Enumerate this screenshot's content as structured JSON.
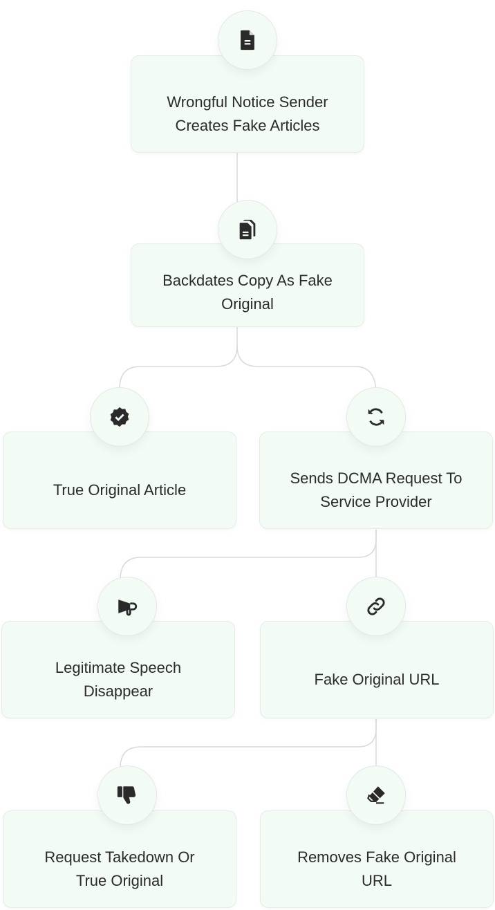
{
  "nodes": [
    {
      "label": "Wrongful Notice Sender Creates Fake Articles",
      "icon": "file-icon"
    },
    {
      "label": "Backdates Copy As Fake Original",
      "icon": "copy-icon"
    },
    {
      "label": "True Original Article",
      "icon": "verified-badge-icon"
    },
    {
      "label": "Sends DCMA Request To Service Provider",
      "icon": "sync-icon"
    },
    {
      "label": "Legitimate Speech Disappear",
      "icon": "megaphone-icon"
    },
    {
      "label": "Fake Original URL",
      "icon": "link-icon"
    },
    {
      "label": "Request Takedown Or True Original",
      "icon": "thumbs-down-icon"
    },
    {
      "label": "Removes Fake Original URL",
      "icon": "eraser-icon"
    }
  ],
  "colors": {
    "node_bg": "#f3fbf5",
    "border": "#e6ebe7",
    "icon": "#2a2a2a",
    "line": "#d9d9d9"
  }
}
